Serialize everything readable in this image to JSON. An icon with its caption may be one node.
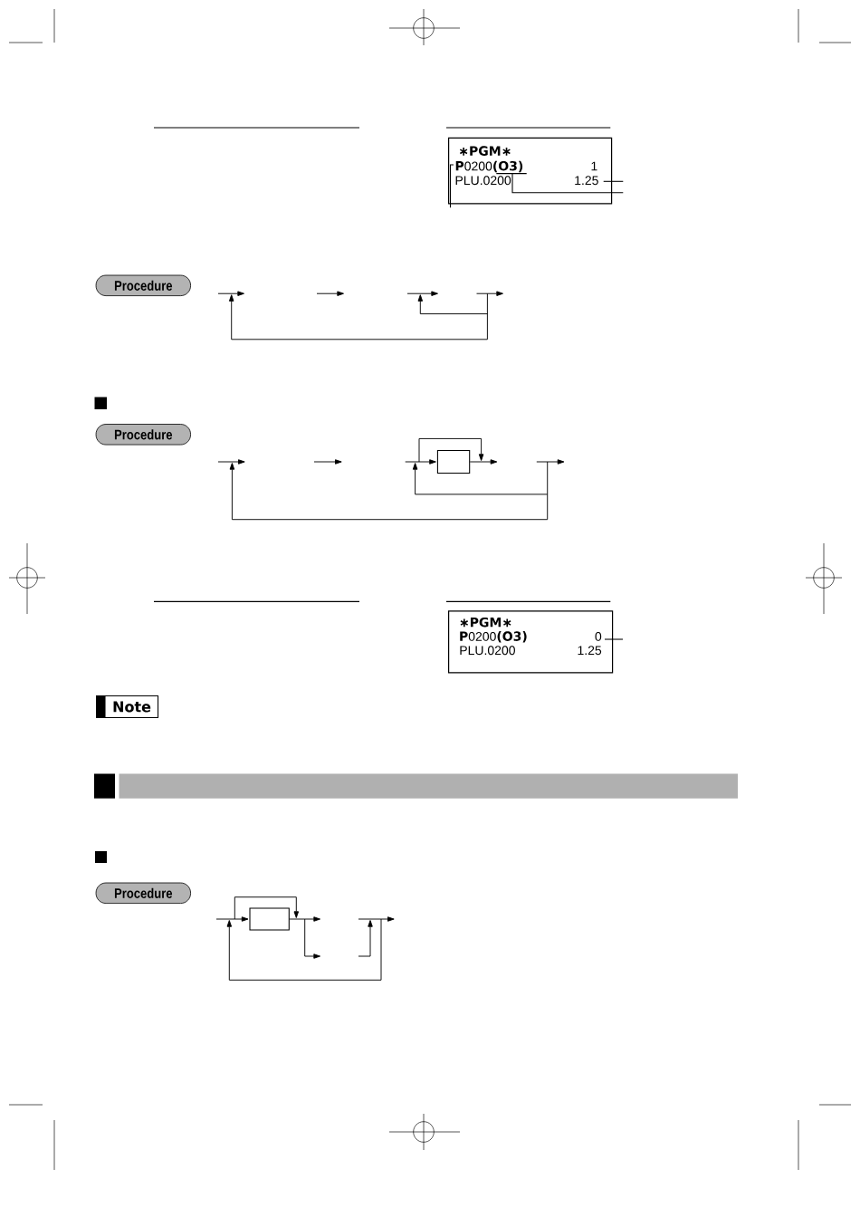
{
  "diagram": {
    "nodes": [
      {
        "text": [
          "∗PGM∗",
          "**P**0200**(O3)**",
          "1",
          "PLU.0200",
          "1.25"
        ]
      },
      {
        "text": [
          "Procedure"
        ]
      },
      {
        "text": [
          "Procedure"
        ]
      },
      {
        "text": [],
        "shape": "box"
      },
      {
        "text": [
          "∗PGM∗",
          "**P**0200**(O3)**",
          "0",
          "PLU.0200",
          "1.25"
        ]
      },
      {
        "text": [
          "Note"
        ]
      },
      {
        "text": [],
        "shape": "bar"
      },
      {
        "text": [
          "Procedure"
        ]
      },
      {
        "text": [],
        "shape": "box"
      }
    ],
    "edges": [
      {
        "from": 0,
        "to": null,
        "arrow": "none"
      },
      {
        "from": 0,
        "to": null,
        "arrow": "none"
      },
      {
        "from": 0,
        "to": null,
        "arrow": "none"
      },
      {
        "from": null,
        "to": 3,
        "arrow": "to"
      },
      {
        "from": 3,
        "to": null,
        "arrow": "to"
      },
      {
        "from": 4,
        "to": null,
        "arrow": "none"
      },
      {
        "from": null,
        "to": 8,
        "arrow": "to"
      },
      {
        "from": 8,
        "to": null,
        "arrow": "to"
      }
    ]
  }
}
